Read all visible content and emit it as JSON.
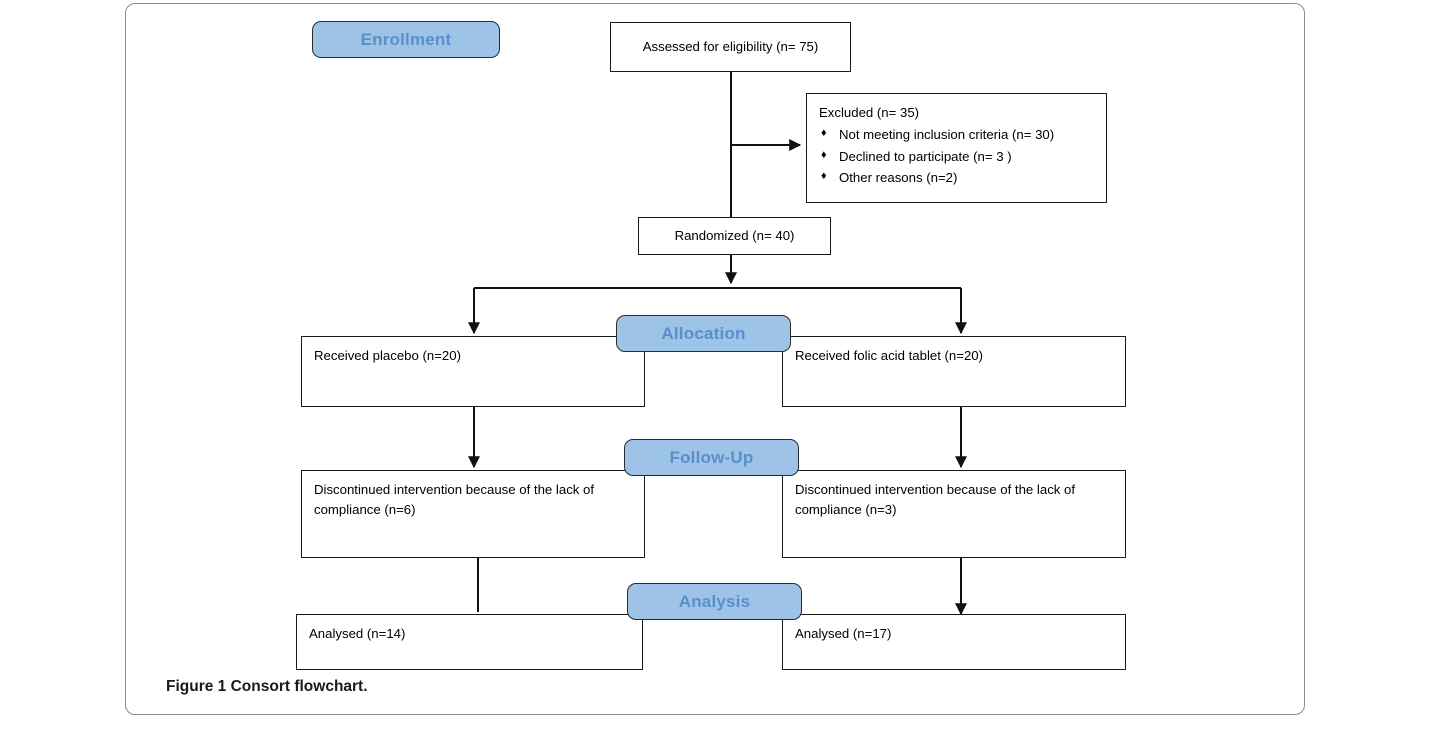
{
  "figure": {
    "caption_label": "Figure 1",
    "caption_text": "Consort flowchart."
  },
  "colors": {
    "badge_fill": "#9DC3E6",
    "badge_text": "#5B8FC9",
    "badge_border": "#2b2b2b",
    "box_border": "#1b1b1b",
    "frame_border": "#8c8c8c",
    "background": "#ffffff"
  },
  "stages": [
    {
      "id": "enrollment",
      "label": "Enrollment"
    },
    {
      "id": "allocation",
      "label": "Allocation"
    },
    {
      "id": "followup",
      "label": "Follow-Up"
    },
    {
      "id": "analysis",
      "label": "Analysis"
    }
  ],
  "nodes": {
    "assessed": "Assessed for eligibility (n= 75)",
    "excluded_title": "Excluded (n= 35)",
    "excluded_items": [
      "Not meeting inclusion criteria (n= 30)",
      "Declined to participate (n= 3 )",
      "Other reasons (n=2)"
    ],
    "randomized": "Randomized (n= 40)",
    "allocation_left": "Received placebo (n=20)",
    "allocation_right": "Received folic acid tablet (n=20)",
    "followup_left": "Discontinued intervention because of the lack of compliance (n=6)",
    "followup_right": "Discontinued intervention because of the lack of compliance (n=3)",
    "analysis_left": "Analysed (n=14)",
    "analysis_right": "Analysed (n=17)"
  },
  "icons": {
    "bullet": "♦"
  },
  "chart_data": {
    "type": "diagram",
    "title": "Consort flowchart",
    "stages": [
      "Enrollment",
      "Allocation",
      "Follow-Up",
      "Analysis"
    ],
    "nodes": [
      {
        "stage": "Enrollment",
        "label": "Assessed for eligibility",
        "n": 75
      },
      {
        "stage": "Enrollment",
        "label": "Excluded",
        "n": 35,
        "children": [
          {
            "label": "Not meeting inclusion criteria",
            "n": 30
          },
          {
            "label": "Declined to participate",
            "n": 3
          },
          {
            "label": "Other reasons",
            "n": 2
          }
        ]
      },
      {
        "stage": "Enrollment",
        "label": "Randomized",
        "n": 40
      },
      {
        "stage": "Allocation",
        "arm": "left",
        "label": "Received placebo",
        "n": 20
      },
      {
        "stage": "Allocation",
        "arm": "right",
        "label": "Received folic acid tablet",
        "n": 20
      },
      {
        "stage": "Follow-Up",
        "arm": "left",
        "label": "Discontinued intervention because of the lack of compliance",
        "n": 6
      },
      {
        "stage": "Follow-Up",
        "arm": "right",
        "label": "Discontinued intervention because of the lack of compliance",
        "n": 3
      },
      {
        "stage": "Analysis",
        "arm": "left",
        "label": "Analysed",
        "n": 14
      },
      {
        "stage": "Analysis",
        "arm": "right",
        "label": "Analysed",
        "n": 17
      }
    ]
  }
}
